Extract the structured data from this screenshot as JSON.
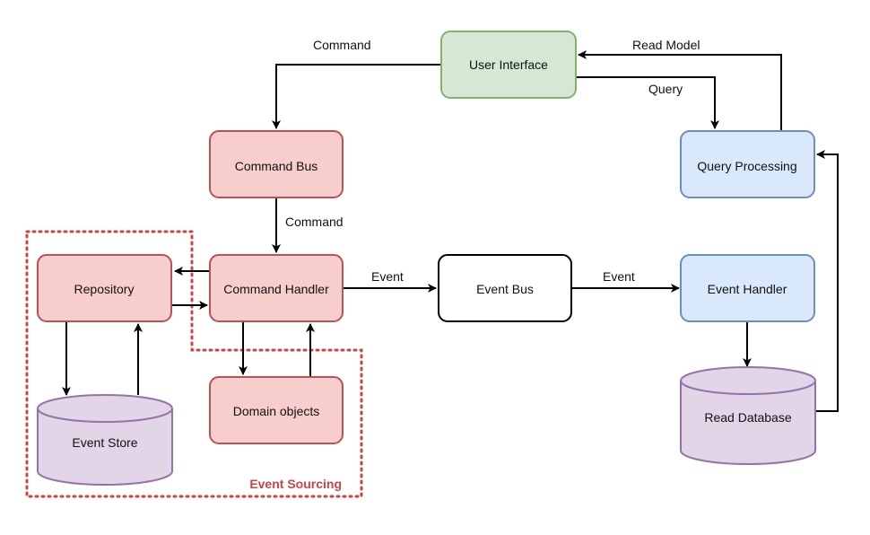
{
  "colors": {
    "green_fill": "#d5e8d4",
    "green_stroke": "#82b366",
    "red_fill": "#f8cecc",
    "red_stroke": "#b85450",
    "blue_fill": "#dae8fc",
    "blue_stroke": "#6c8ebf",
    "purple_fill": "#e1d5e7",
    "purple_stroke": "#9673a6",
    "white_fill": "#ffffff",
    "black_stroke": "#000000",
    "group_border": "#cc4444",
    "arrow": "#000000"
  },
  "nodes": {
    "user_interface": "User Interface",
    "command_bus": "Command Bus",
    "query_processing": "Query Processing",
    "repository": "Repository",
    "command_handler": "Command Handler",
    "event_bus": "Event Bus",
    "event_handler": "Event Handler",
    "domain_objects": "Domain objects",
    "event_store": "Event Store",
    "read_database": "Read Database"
  },
  "edge_labels": {
    "ui_to_command_bus": "Command",
    "query_processing_to_ui": "Read Model",
    "ui_to_query_processing": "Query",
    "command_bus_to_handler": "Command",
    "handler_to_event_bus": "Event",
    "event_bus_to_event_handler": "Event"
  },
  "group": {
    "label": "Event Sourcing"
  }
}
